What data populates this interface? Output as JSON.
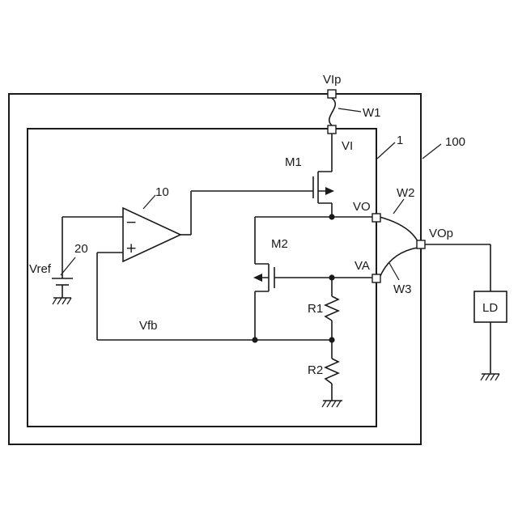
{
  "labels": {
    "vip": "VIp",
    "w1": "W1",
    "vi": "VI",
    "one": "1",
    "hundred": "100",
    "m1": "M1",
    "ten": "10",
    "vo": "VO",
    "w2": "W2",
    "vop": "VOp",
    "minus": "−",
    "plus": "+",
    "twenty": "20",
    "vref": "Vref",
    "m2": "M2",
    "va": "VA",
    "w3": "W3",
    "ld": "LD",
    "r1": "R1",
    "vfb": "Vfb",
    "r2": "R2"
  }
}
